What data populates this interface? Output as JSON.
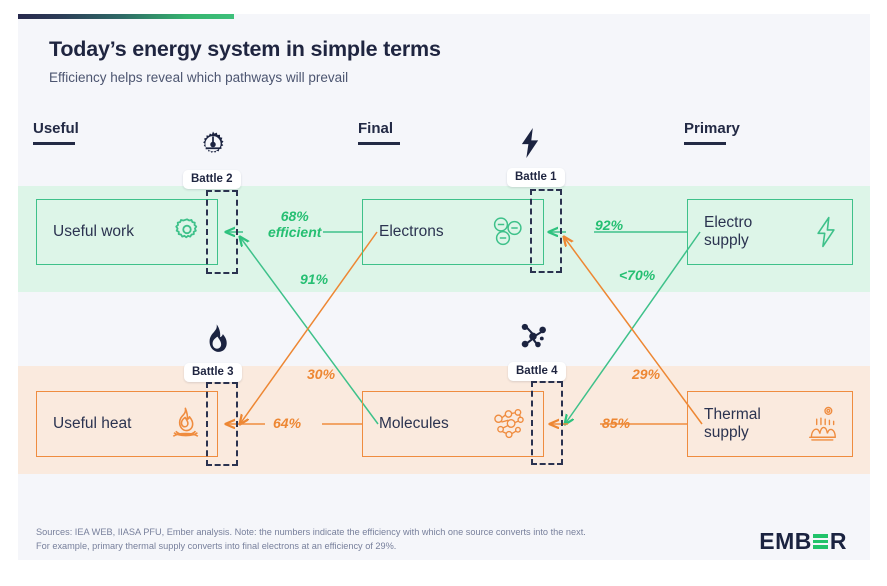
{
  "header": {
    "title": "Today’s energy system in simple terms",
    "subtitle": "Efficiency helps reveal which pathways will prevail"
  },
  "columns": [
    {
      "label": "Useful",
      "icon": "gear-icon"
    },
    {
      "label": "Final",
      "icon": "bolt-icon"
    },
    {
      "label": "Primary",
      "icon": "molecule-icon"
    }
  ],
  "column_icons": {
    "useful_top": "gear-icon",
    "final_top": "bolt-icon",
    "useful_bottom": "flame-icon",
    "final_bottom": "molecule-icon"
  },
  "battles": [
    {
      "id": "battle-1",
      "label": "Battle 1"
    },
    {
      "id": "battle-2",
      "label": "Battle 2"
    },
    {
      "id": "battle-3",
      "label": "Battle 3"
    },
    {
      "id": "battle-4",
      "label": "Battle 4"
    }
  ],
  "nodes": {
    "useful_work": {
      "label": "Useful work",
      "icon": "gear-outline-icon",
      "color": "#3ec18a"
    },
    "electrons": {
      "label": "Electrons",
      "icon": "electrons-icon",
      "color": "#3ec18a"
    },
    "electro": {
      "label": "Electro supply",
      "line1": "Electro",
      "line2": "supply",
      "icon": "lightning-outline-icon",
      "color": "#3ec18a"
    },
    "useful_heat": {
      "label": "Useful heat",
      "icon": "campfire-icon",
      "color": "#ef8c3f"
    },
    "molecules": {
      "label": "Molecules",
      "icon": "molecule-outline-icon",
      "color": "#ef8c3f"
    },
    "thermal": {
      "label": "Thermal supply",
      "line1": "Thermal",
      "line2": "supply",
      "icon": "power-plant-icon",
      "color": "#ef8c3f"
    }
  },
  "flows": [
    {
      "id": "electro-to-electrons",
      "value": "92%",
      "color": "green"
    },
    {
      "id": "electrons-to-work",
      "value": "68%",
      "value2": "efficient",
      "color": "green"
    },
    {
      "id": "electro-to-molecules",
      "value": "<70%",
      "color": "green"
    },
    {
      "id": "molecules-to-work",
      "value": "91%",
      "color": "green"
    },
    {
      "id": "thermal-to-electrons",
      "value": "29%",
      "color": "orange"
    },
    {
      "id": "electrons-to-heat",
      "value": "30%",
      "color": "orange"
    },
    {
      "id": "thermal-to-molecules",
      "value": "85%",
      "color": "orange"
    },
    {
      "id": "molecules-to-heat",
      "value": "64%",
      "color": "orange"
    }
  ],
  "flow_labels": {
    "l68": "68%",
    "l68b": "efficient",
    "l92": "92%",
    "l91": "91%",
    "l70": "<70%",
    "l30": "30%",
    "l29": "29%",
    "l64": "64%",
    "l85": "85%"
  },
  "footer": {
    "note": "Sources: IEA WEB, IIASA PFU, Ember analysis. Note: the numbers indicate the efficiency with which one source converts into the next. For example, primary thermal supply converts into final electrons at an efficiency of 29%.",
    "logo_left": "EMB",
    "logo_right": "R"
  },
  "colors": {
    "green": "#3ec18a",
    "green_text": "#25bf72",
    "orange": "#ef8c3f",
    "orange_text": "#ed8733",
    "navy": "#1f2540",
    "band_green": "#ddf5e8",
    "band_orange": "#faeade",
    "card_bg": "#f5f6fa"
  },
  "chart_data": {
    "type": "diagram",
    "title": "Today’s energy system in simple terms",
    "subtitle": "Efficiency helps reveal which pathways will prevail",
    "stages": [
      "Useful",
      "Final",
      "Primary"
    ],
    "rows": [
      "electricity",
      "molecules"
    ],
    "nodes": [
      {
        "name": "Useful work",
        "stage": "Useful",
        "row": "electricity"
      },
      {
        "name": "Electrons",
        "stage": "Final",
        "row": "electricity"
      },
      {
        "name": "Electro supply",
        "stage": "Primary",
        "row": "electricity"
      },
      {
        "name": "Useful heat",
        "stage": "Useful",
        "row": "molecules"
      },
      {
        "name": "Molecules",
        "stage": "Final",
        "row": "molecules"
      },
      {
        "name": "Thermal supply",
        "stage": "Primary",
        "row": "molecules"
      }
    ],
    "links": [
      {
        "from": "Electro supply",
        "to": "Electrons",
        "efficiency": "92%",
        "color": "green"
      },
      {
        "from": "Electrons",
        "to": "Useful work",
        "efficiency": "68%",
        "color": "green"
      },
      {
        "from": "Electro supply",
        "to": "Molecules",
        "efficiency": "<70%",
        "color": "green"
      },
      {
        "from": "Molecules",
        "to": "Useful work",
        "efficiency": "91%",
        "color": "green"
      },
      {
        "from": "Thermal supply",
        "to": "Electrons",
        "efficiency": "29%",
        "color": "orange"
      },
      {
        "from": "Electrons",
        "to": "Useful heat",
        "efficiency": "30%",
        "color": "orange"
      },
      {
        "from": "Thermal supply",
        "to": "Molecules",
        "efficiency": "85%",
        "color": "orange"
      },
      {
        "from": "Molecules",
        "to": "Useful heat",
        "efficiency": "64%",
        "color": "orange"
      }
    ],
    "annotations": [
      "Battle 1",
      "Battle 2",
      "Battle 3",
      "Battle 4",
      "68% efficient"
    ]
  }
}
